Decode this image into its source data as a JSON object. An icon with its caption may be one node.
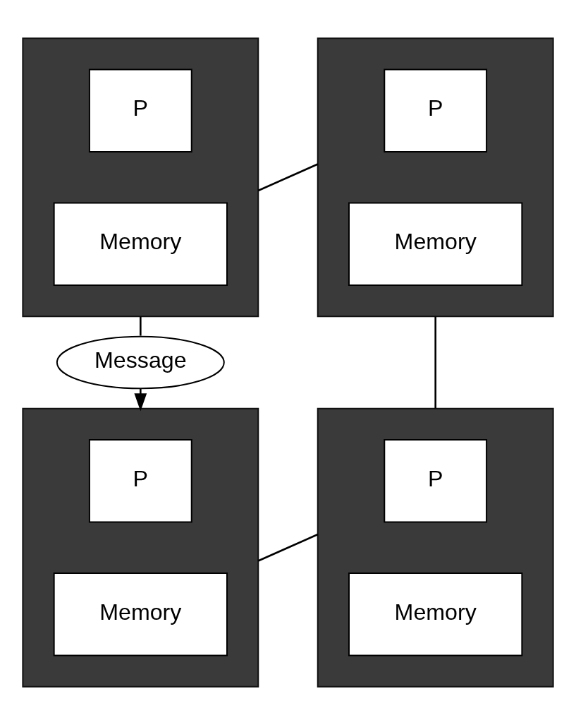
{
  "diagram": {
    "nodes": [
      {
        "text": [],
        "shape": "box"
      },
      {
        "text": [
          "P"
        ],
        "in": 0
      },
      {
        "text": [
          "Memory"
        ],
        "in": 0
      },
      {
        "text": [],
        "shape": "box"
      },
      {
        "text": [
          "P"
        ],
        "in": 3
      },
      {
        "text": [
          "Memory"
        ],
        "in": 3
      },
      {
        "text": [
          "Message"
        ]
      },
      {
        "text": [],
        "shape": "box"
      },
      {
        "text": [
          "P"
        ],
        "in": 7
      },
      {
        "text": [
          "Memory"
        ],
        "in": 7
      },
      {
        "text": [],
        "shape": "box"
      },
      {
        "text": [
          "P"
        ],
        "in": 10
      },
      {
        "text": [
          "Memory"
        ],
        "in": 10
      }
    ],
    "edges": [
      {
        "from": 0,
        "to": 3,
        "arrow": "none"
      },
      {
        "from": 0,
        "to": 6,
        "arrow": "none"
      },
      {
        "from": 6,
        "to": 7,
        "arrow": "to"
      },
      {
        "from": 3,
        "to": 10,
        "arrow": "none"
      },
      {
        "from": 7,
        "to": 10,
        "arrow": "none"
      }
    ]
  }
}
